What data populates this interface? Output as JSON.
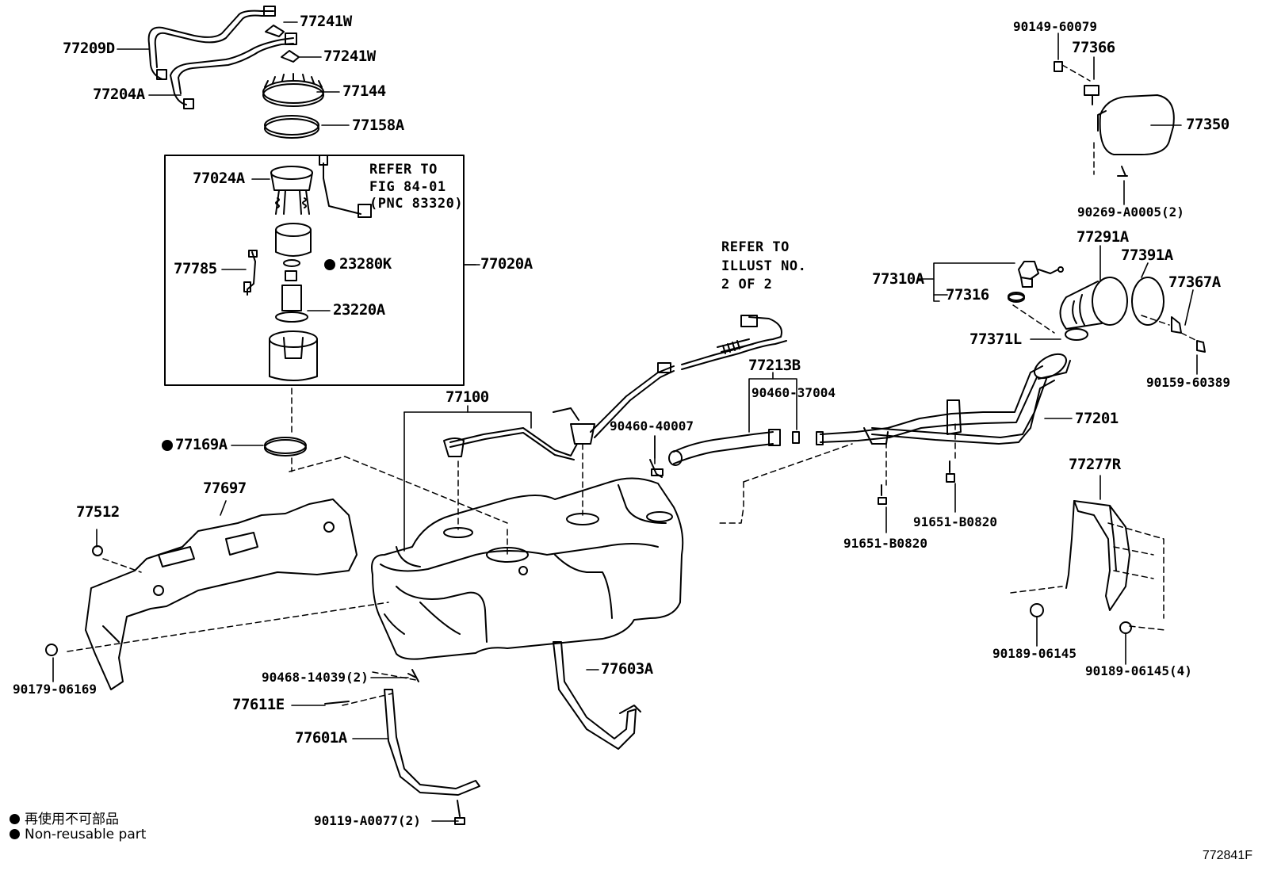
{
  "diagram_id": "772841F",
  "labels": {
    "p77209D": "77209D",
    "p77204A": "77204A",
    "p77241W_1": "77241W",
    "p77241W_2": "77241W",
    "p77144": "77144",
    "p77158A": "77158A",
    "p77024A": "77024A",
    "refer_fig_1": "REFER TO",
    "refer_fig_2": "FIG 84-01",
    "refer_fig_3": "(PNC 83320)",
    "p77785": "77785",
    "p23280K": "23280K",
    "p77020A": "77020A",
    "p23220A": "23220A",
    "p77169A": "77169A",
    "p77100": "77100",
    "p77512": "77512",
    "p77697": "77697",
    "p90179_06169": "90179-06169",
    "p90468_14039": "90468-14039(2)",
    "p77611E": "77611E",
    "p77601A": "77601A",
    "p90119_A0077": "90119-A0077(2)",
    "p77603A": "77603A",
    "refer_ill_1": "REFER TO",
    "refer_ill_2": "ILLUST NO.",
    "refer_ill_3": "2 OF 2",
    "p90460_40007": "90460-40007",
    "p77213B": "77213B",
    "p90460_37004": "90460-37004",
    "p91651_B0820_a": "91651-B0820",
    "p91651_B0820_b": "91651-B0820",
    "p77201": "77201",
    "p77310A": "77310A",
    "p77316": "77316",
    "p77371L": "77371L",
    "p77291A": "77291A",
    "p77391A": "77391A",
    "p77367A": "77367A",
    "p90159_60389": "90159-60389",
    "p90149_60079": "90149-60079",
    "p77366": "77366",
    "p77350": "77350",
    "p90269_A0005": "90269-A0005(2)",
    "p77277R": "77277R",
    "p90189_06145": "90189-06145",
    "p90189_06145_4": "90189-06145(4)"
  },
  "legend": {
    "line1": "再使用不可部品",
    "line2": "Non-reusable part"
  }
}
